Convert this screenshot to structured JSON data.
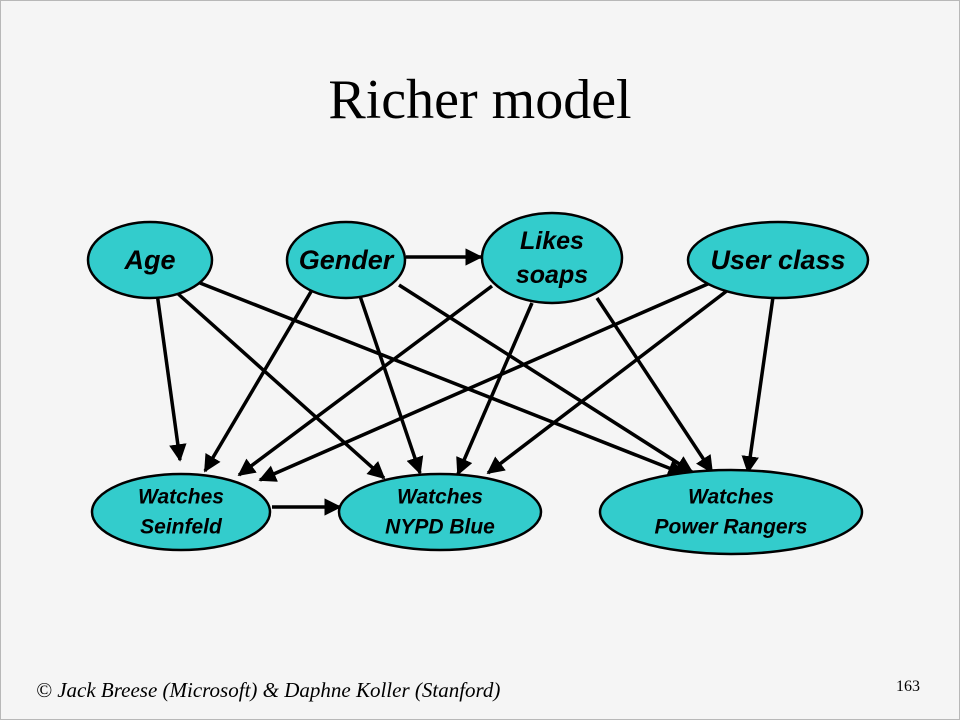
{
  "slide": {
    "title": "Richer model",
    "footer": "© Jack Breese (Microsoft) & Daphne Koller (Stanford)",
    "page_number": "163"
  },
  "colors": {
    "node_fill": "#33cccc",
    "node_stroke": "#000000",
    "edge": "#000000"
  },
  "nodes": {
    "age": {
      "lines": [
        "Age"
      ]
    },
    "gender": {
      "lines": [
        "Gender"
      ]
    },
    "likes_soaps": {
      "lines": [
        "Likes",
        "soaps"
      ]
    },
    "user_class": {
      "lines": [
        "User class"
      ]
    },
    "watches_seinfeld": {
      "lines": [
        "Watches",
        "Seinfeld"
      ]
    },
    "watches_nypd_blue": {
      "lines": [
        "Watches",
        "NYPD Blue"
      ]
    },
    "watches_power_rangers": {
      "lines": [
        "Watches",
        "Power Rangers"
      ]
    }
  },
  "edges": [
    {
      "from": "age",
      "to": "watches_seinfeld"
    },
    {
      "from": "age",
      "to": "watches_nypd_blue"
    },
    {
      "from": "age",
      "to": "watches_power_rangers"
    },
    {
      "from": "gender",
      "to": "likes_soaps"
    },
    {
      "from": "gender",
      "to": "watches_seinfeld"
    },
    {
      "from": "gender",
      "to": "watches_nypd_blue"
    },
    {
      "from": "gender",
      "to": "watches_power_rangers"
    },
    {
      "from": "likes_soaps",
      "to": "watches_seinfeld"
    },
    {
      "from": "likes_soaps",
      "to": "watches_nypd_blue"
    },
    {
      "from": "likes_soaps",
      "to": "watches_power_rangers"
    },
    {
      "from": "user_class",
      "to": "watches_seinfeld"
    },
    {
      "from": "user_class",
      "to": "watches_nypd_blue"
    },
    {
      "from": "user_class",
      "to": "watches_power_rangers"
    },
    {
      "from": "watches_seinfeld",
      "to": "watches_nypd_blue"
    }
  ]
}
